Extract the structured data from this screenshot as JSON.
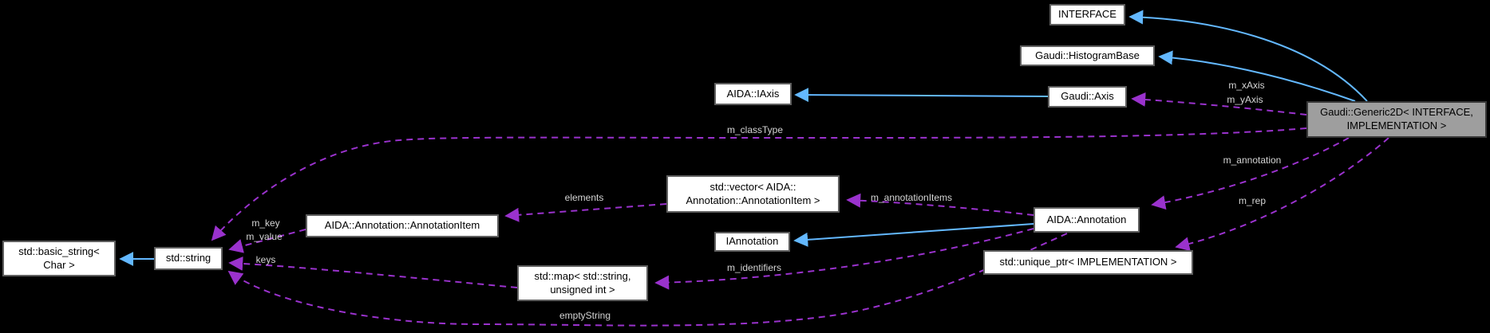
{
  "diagram": {
    "type": "doxygen-collaboration-graph",
    "colors": {
      "background": "#000000",
      "inheritance_edge": "#63b8ff",
      "usage_edge": "#9a32cd",
      "node_fill": "#ffffff",
      "node_border": "#5e5e5e",
      "node_text": "#000000",
      "focus_node_fill": "#9e9e9e",
      "edge_label_text": "#d5d5d5"
    },
    "nodes": {
      "interface": {
        "label": "INTERFACE"
      },
      "histogram_base": {
        "label": "Gaudi::HistogramBase"
      },
      "aida_iaxis": {
        "label": "AIDA::IAxis"
      },
      "gaudi_axis": {
        "label": "Gaudi::Axis"
      },
      "generic2d": {
        "label": "Gaudi::Generic2D< INTERFACE,\nIMPLEMENTATION >"
      },
      "vector_annotation_item": {
        "label": "std::vector< AIDA::\nAnnotation::AnnotationItem >"
      },
      "annotation_item": {
        "label": "AIDA::Annotation::AnnotationItem"
      },
      "basic_string": {
        "label": "std::basic_string<\nChar >"
      },
      "std_string": {
        "label": "std::string"
      },
      "iannotation": {
        "label": "IAnnotation"
      },
      "aida_annotation": {
        "label": "AIDA::Annotation"
      },
      "std_map": {
        "label": "std::map< std::string,\nunsigned int >"
      },
      "unique_ptr": {
        "label": "std::unique_ptr< IMPLEMENTATION >"
      }
    },
    "edge_labels": {
      "m_xAxis": "m_xAxis",
      "m_yAxis": "m_yAxis",
      "m_classType": "m_classType",
      "m_annotation": "m_annotation",
      "m_rep": "m_rep",
      "m_annotationItems": "m_annotationItems",
      "elements": "elements",
      "m_key": "m_key",
      "m_value": "m_value",
      "keys": "keys",
      "m_identifiers": "m_identifiers",
      "emptyString": "emptyString"
    }
  }
}
